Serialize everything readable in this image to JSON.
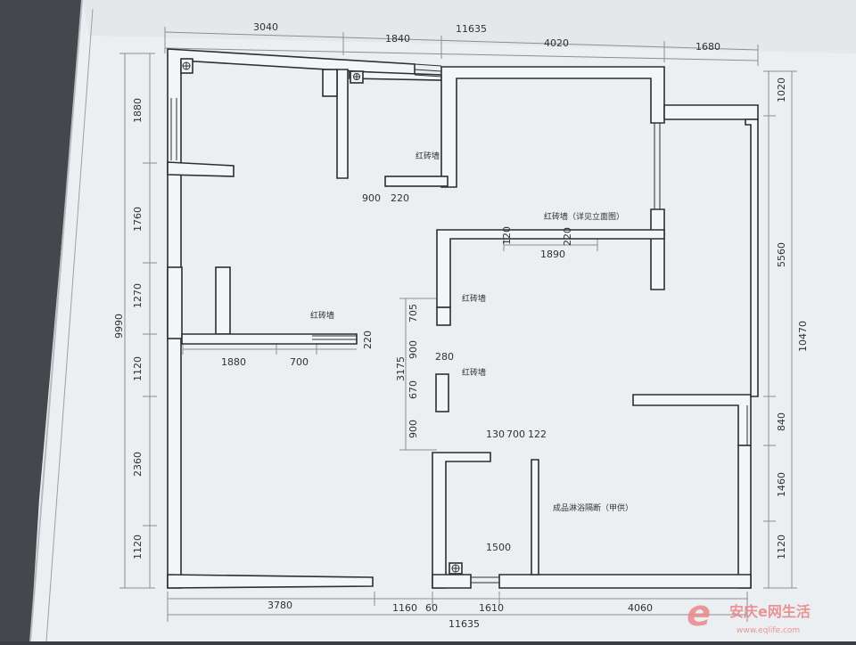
{
  "plan": {
    "dimensions_top_total": "11635",
    "dimensions_top": [
      "3040",
      "1840",
      "4020",
      "1680"
    ],
    "dimensions_bottom_total": "11635",
    "dimensions_bottom": [
      "3780",
      "1160",
      "60",
      "1610",
      "4060"
    ],
    "dimensions_left_total": "9990",
    "dimensions_left": [
      "1880",
      "1760",
      "1270",
      "1120",
      "2360",
      "1120"
    ],
    "dimensions_right_total": "10470",
    "dimensions_right": [
      "1020",
      "5560",
      "840",
      "1460",
      "1120"
    ],
    "inner_dims": {
      "d900_top": "900",
      "d220_top": "220",
      "d120": "120",
      "d220_mid": "220",
      "d1890": "1890",
      "d1880": "1880",
      "d700_left": "700",
      "d220_left": "220",
      "d3175": "3175",
      "d705": "705",
      "d900_a": "900",
      "d280": "280",
      "d670": "670",
      "d900_b": "900",
      "d130": "130",
      "d700_bath": "700",
      "d122": "122",
      "d1500": "1500"
    },
    "labels": {
      "brick_wall_top": "红砖墙",
      "brick_wall_elev": "红砖墙（详见立面图）",
      "brick_wall_mid": "红砖墙",
      "brick_wall_left": "红砖墙",
      "brick_wall_col": "红砖墙",
      "shower_partition": "成品淋浴隔断（甲供）"
    },
    "watermark": {
      "brand": "安庆e网生活",
      "url": "www.eqlife.com"
    }
  }
}
